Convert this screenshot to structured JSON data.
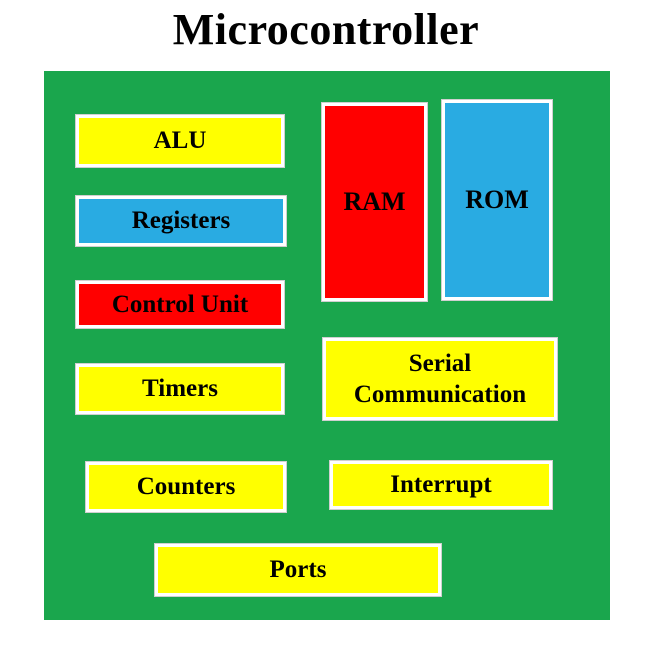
{
  "title": "Microcontroller",
  "colors": {
    "board": "#1aa64d",
    "yellow": "#ffff00",
    "red": "#ff0000",
    "blue": "#29abe2",
    "border": "#ffffff",
    "text": "#000000"
  },
  "blocks": [
    {
      "id": "alu",
      "label": "ALU",
      "color": "#ffff00"
    },
    {
      "id": "registers",
      "label": "Registers",
      "color": "#29abe2"
    },
    {
      "id": "control",
      "label": "Control Unit",
      "color": "#ff0000"
    },
    {
      "id": "timers",
      "label": "Timers",
      "color": "#ffff00"
    },
    {
      "id": "counters",
      "label": "Counters",
      "color": "#ffff00"
    },
    {
      "id": "ram",
      "label": "RAM",
      "color": "#ff0000"
    },
    {
      "id": "rom",
      "label": "ROM",
      "color": "#29abe2"
    },
    {
      "id": "serial",
      "label": "Serial Communication",
      "color": "#ffff00"
    },
    {
      "id": "interrupt",
      "label": "Interrupt",
      "color": "#ffff00"
    },
    {
      "id": "ports",
      "label": "Ports",
      "color": "#ffff00"
    }
  ]
}
